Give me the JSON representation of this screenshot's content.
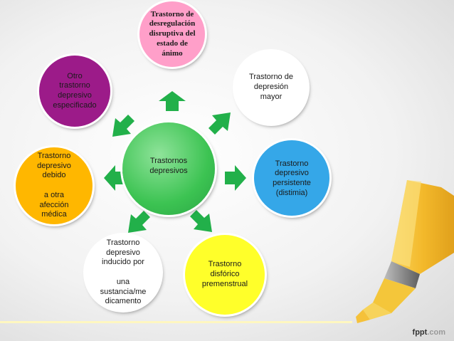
{
  "center": {
    "label": "Trastornos\ndepresivos"
  },
  "nodes": [
    {
      "id": "n1",
      "label": "Trastorno de\ndesregulación\ndisruptiva del\nestado de\nánimo"
    },
    {
      "id": "n2",
      "label": "Trastorno de\ndepresión\nmayor"
    },
    {
      "id": "n3",
      "label": "Trastorno\ndepresivo\npersistente\n(distimia)"
    },
    {
      "id": "n4",
      "label": "Trastorno\ndisfórico\npremenstrual"
    },
    {
      "id": "n5",
      "label": "Trastorno\ndepresivo\ninducido por\n\nuna\nsustancia/me\ndicamento"
    },
    {
      "id": "n6",
      "label": "Trastorno\ndepresivo\ndebido\n\na otra\nafección\nmédica"
    },
    {
      "id": "n7",
      "label": "Otro\ntrastorno\ndepresivo\nespecificado"
    }
  ],
  "colors": {
    "center": "#3cc352",
    "arrows": "#22b04a",
    "n1": "#ff9fc9",
    "n2": "#ffffff",
    "n3": "#35a7e8",
    "n4": "#ffff2a",
    "n5": "#ffffff",
    "n6": "#ffb700",
    "n7": "#9c1b89",
    "highlighter": "#f7c531"
  },
  "icons": [
    "arrow-icon",
    "highlighter-icon"
  ],
  "footer": {
    "logo_main": "fppt",
    "logo_tld": ".com"
  }
}
